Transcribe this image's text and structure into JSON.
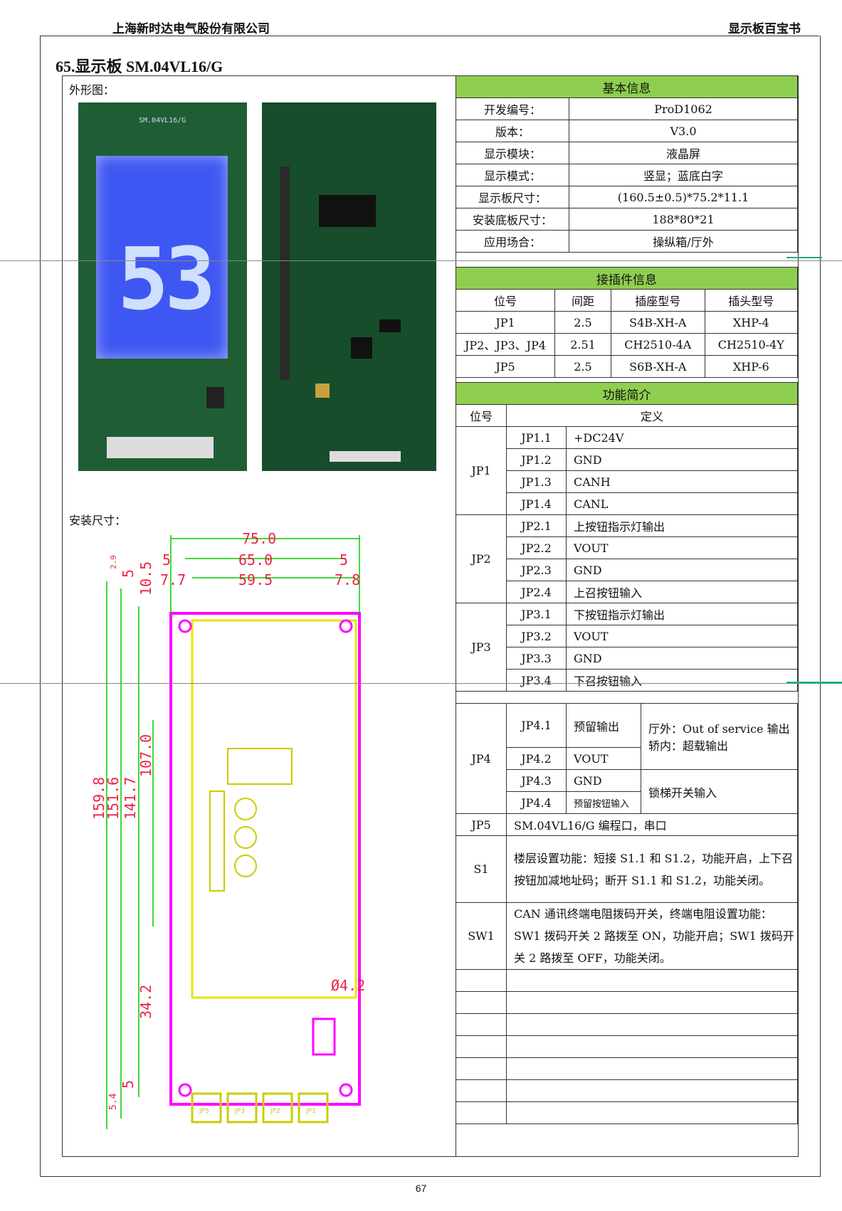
{
  "header": {
    "company": "上海新时达电气股份有限公司",
    "book": "显示板百宝书"
  },
  "title": "65.显示板 SM.04VL16/G",
  "labels": {
    "outline": "外形图：",
    "install": "安装尺寸："
  },
  "photo": {
    "digits": "53",
    "pcb_text": "SM.04VL16/G"
  },
  "drawing": {
    "dims_top": [
      "75.0",
      "5",
      "65.0",
      "5",
      "7.7",
      "59.5",
      "7.8"
    ],
    "dims_left": [
      "2.9",
      "5",
      "10.5",
      "159.8",
      "151.6",
      "141.7",
      "107.0",
      "34.2",
      "5",
      "5.4"
    ],
    "hole": "Ø4.2",
    "labels": [
      "JP5",
      "JP3",
      "JP2",
      "JP1"
    ]
  },
  "basic": {
    "heading": "基本信息",
    "rows": [
      [
        "开发编号：",
        "ProD1062"
      ],
      [
        "版本：",
        "V3.0"
      ],
      [
        "显示模块：",
        "液晶屏"
      ],
      [
        "显示模式：",
        "竖显；蓝底白字"
      ],
      [
        "显示板尺寸：",
        "(160.5±0.5)*75.2*11.1"
      ],
      [
        "安装底板尺寸：",
        "188*80*21"
      ],
      [
        "应用场合：",
        "操纵箱/厅外"
      ]
    ]
  },
  "conn": {
    "heading": "接插件信息",
    "cols": [
      "位号",
      "间距",
      "插座型号",
      "插头型号"
    ],
    "rows": [
      [
        "JP1",
        "2.5",
        "S4B-XH-A",
        "XHP-4"
      ],
      [
        "JP2、JP3、JP4",
        "2.51",
        "CH2510-4A",
        "CH2510-4Y"
      ],
      [
        "JP5",
        "2.5",
        "S6B-XH-A",
        "XHP-6"
      ]
    ]
  },
  "func": {
    "heading": "功能简介",
    "col1": "位号",
    "col2": "定义",
    "jp1": {
      "name": "JP1",
      "rows": [
        [
          "JP1.1",
          "+DC24V"
        ],
        [
          "JP1.2",
          "GND"
        ],
        [
          "JP1.3",
          "CANH"
        ],
        [
          "JP1.4",
          "CANL"
        ]
      ]
    },
    "jp2": {
      "name": "JP2",
      "rows": [
        [
          "JP2.1",
          "上按钮指示灯输出"
        ],
        [
          "JP2.2",
          "VOUT"
        ],
        [
          "JP2.3",
          "GND"
        ],
        [
          "JP2.4",
          "上召按钮输入"
        ]
      ]
    },
    "jp3": {
      "name": "JP3",
      "rows": [
        [
          "JP3.1",
          "下按钮指示灯输出"
        ],
        [
          "JP3.2",
          "VOUT"
        ],
        [
          "JP3.3",
          "GND"
        ],
        [
          "JP3.4",
          "下召按钮输入"
        ]
      ]
    },
    "jp4": {
      "name": "JP4",
      "rows": [
        [
          "JP4.1",
          "预留输出"
        ],
        [
          "JP4.2",
          "VOUT"
        ],
        [
          "JP4.3",
          "GND"
        ],
        [
          "JP4.4",
          "预留按钮输入"
        ]
      ],
      "note1a": "厅外：Out of service 输出",
      "note1b": "轿内：超载输出",
      "note2": "锁梯开关输入"
    },
    "jp5": {
      "name": "JP5",
      "text": "SM.04VL16/G 编程口，串口"
    },
    "s1": {
      "name": "S1",
      "text": "楼层设置功能：短接 S1.1 和 S1.2，功能开启，上下召按钮加减地址码；断开 S1.1 和 S1.2，功能关闭。"
    },
    "sw1": {
      "name": "SW1",
      "text": "CAN 通讯终端电阻拨码开关，终端电阻设置功能：SW1 拨码开关 2 路拨至 ON，功能开启；SW1 拨码开关 2 路拨至 OFF，功能关闭。"
    }
  },
  "page": "67"
}
